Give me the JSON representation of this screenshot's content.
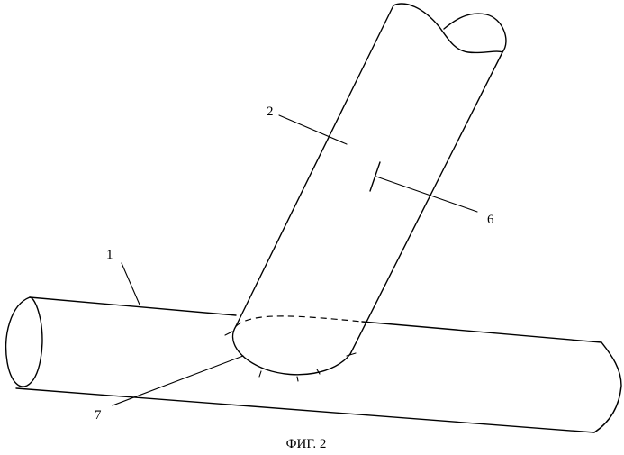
{
  "figure": {
    "caption": "ФИГ. 2",
    "labels": {
      "pipe_main": "1",
      "pipe_branch": "2",
      "mark": "6",
      "joint": "7"
    }
  }
}
